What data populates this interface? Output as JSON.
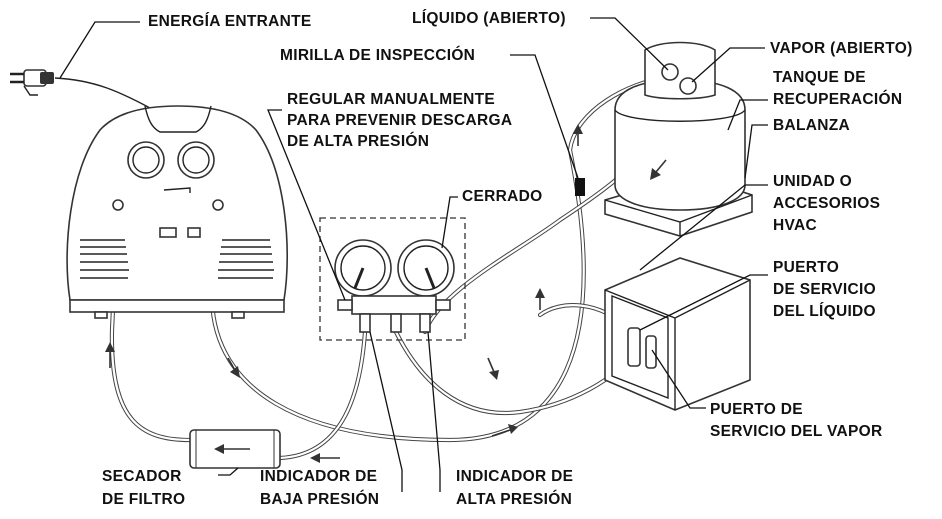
{
  "labels": {
    "incoming_power": "ENERGÍA ENTRANTE",
    "liquid_open": "LÍQUIDO (ABIERTO)",
    "sight_glass": "MIRILLA DE INSPECCIÓN",
    "vapor_open": "VAPOR (ABIERTO)",
    "recovery_tank_1": "TANQUE DE",
    "recovery_tank_2": "RECUPERACIÓN",
    "scale": "BALANZA",
    "regulate_1": "REGULAR MANUALMENTE",
    "regulate_2": "PARA PREVENIR DESCARGA",
    "regulate_3": "DE ALTA PRESIÓN",
    "closed": "CERRADO",
    "hvac_1": "UNIDAD O",
    "hvac_2": "ACCESORIOS",
    "hvac_3": "HVAC",
    "liquid_port_1": "PUERTO",
    "liquid_port_2": "DE SERVICIO",
    "liquid_port_3": "DEL LÍQUIDO",
    "vapor_port_1": "PUERTO DE",
    "vapor_port_2": "SERVICIO DEL VAPOR",
    "filter_drier_1": "SECADOR",
    "filter_drier_2": "DE FILTRO",
    "low_gauge_1": "INDICADOR DE",
    "low_gauge_2": "BAJA PRESIÓN",
    "high_gauge_1": "INDICADOR DE",
    "high_gauge_2": "ALTA PRESIÓN"
  },
  "colors": {
    "line": "#222222",
    "background": "#ffffff"
  }
}
